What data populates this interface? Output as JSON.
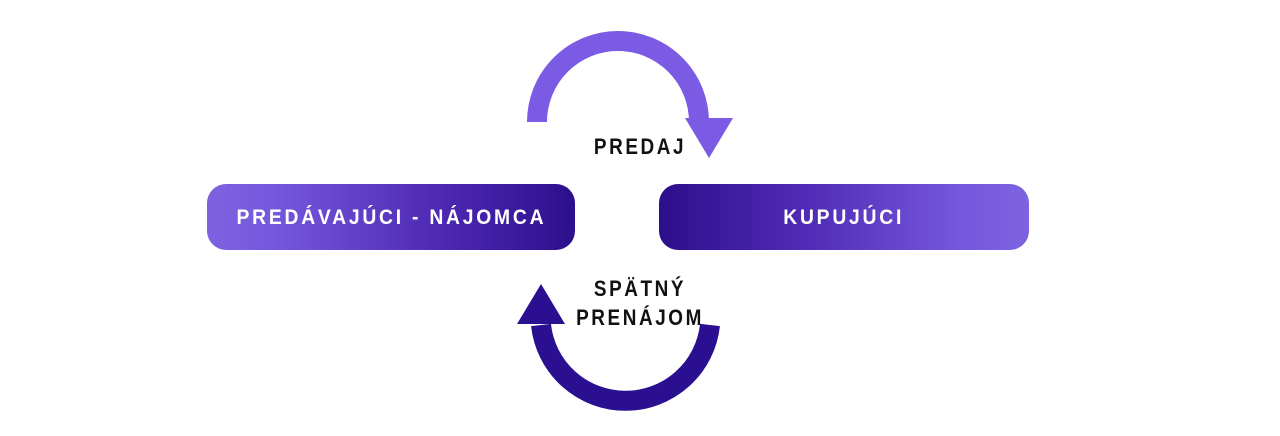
{
  "diagram": {
    "type": "sale-and-leaseback-cycle",
    "colors": {
      "light_purple": "#7B5BE3",
      "dark_indigo": "#2A0F91",
      "box_gradient_light": "#7D63E0",
      "box_gradient_dark": "#2C0F8C",
      "caption_text": "#111111",
      "box_text": "#FFFFFF",
      "background": "#FFFFFF"
    },
    "parties": [
      {
        "id": "seller",
        "label": "PREDÁVAJÚCI - NÁJOMCA"
      },
      {
        "id": "buyer",
        "label": "KUPUJÚCI"
      }
    ],
    "flows": [
      {
        "id": "sale",
        "label": "PREDAJ",
        "direction": "seller-to-buyer",
        "position": "top",
        "color": "#7B5BE3",
        "arrowhead": "down-triangle"
      },
      {
        "id": "leaseback",
        "label_lines": [
          "SPÄTNÝ",
          "PRENÁJOM"
        ],
        "direction": "buyer-to-seller",
        "position": "bottom",
        "color": "#2A0F91",
        "arrowhead": "up-triangle"
      }
    ]
  }
}
